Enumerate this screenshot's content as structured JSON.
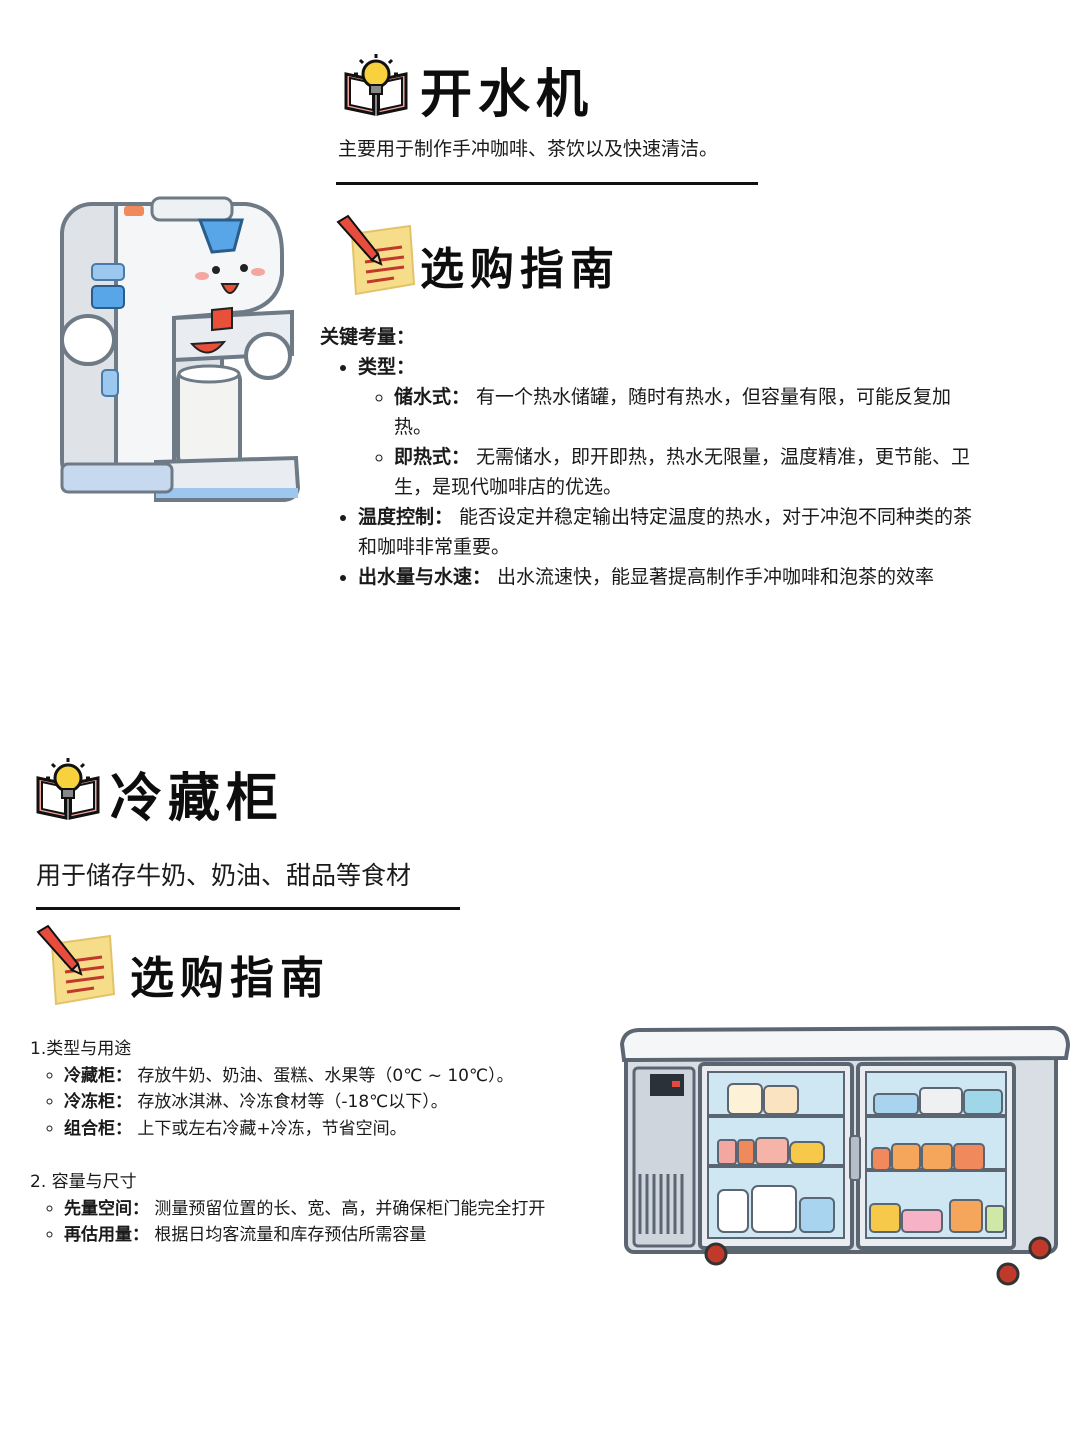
{
  "section1": {
    "title": "开水机",
    "subtitle": "主要用于制作手冲咖啡、茶饮以及快速清洁。",
    "guide_title": "选购指南",
    "key_heading": "关键考量：",
    "type_label": "类型：",
    "types": [
      {
        "name": "储水式：",
        "desc": " 有一个热水储罐，随时有热水，但容量有限，可能反复加热。"
      },
      {
        "name": "即热式：",
        "desc": " 无需储水，即开即热，热水无限量，温度精准，更节能、卫生，是现代咖啡店的优选。"
      }
    ],
    "items": [
      {
        "name": "温度控制：",
        "desc": " 能否设定并稳定输出特定温度的热水，对于冲泡不同种类的茶和咖啡非常重要。"
      },
      {
        "name": "出水量与水速：",
        "desc": " 出水流速快，能显著提高制作手冲咖啡和泡茶的效率"
      }
    ]
  },
  "section2": {
    "title": "冷藏柜",
    "subtitle": "用于储存牛奶、奶油、甜品等食材",
    "guide_title": "选购指南",
    "sec1_heading": "1.类型与用途",
    "sec1_items": [
      {
        "name": "冷藏柜：",
        "desc": " 存放牛奶、奶油、蛋糕、水果等（0℃ ~ 10℃）。"
      },
      {
        "name": "冷冻柜：",
        "desc": " 存放冰淇淋、冷冻食材等（-18℃以下）。"
      },
      {
        "name": "组合柜：",
        "desc": " 上下或左右冷藏+冷冻，节省空间。"
      }
    ],
    "sec2_heading": "2. 容量与尺寸",
    "sec2_items": [
      {
        "name": "先量空间：",
        "desc": " 测量预留位置的长、宽、高，并确保柜门能完全打开"
      },
      {
        "name": "再估用量：",
        "desc": " 根据日均客流量和库存预估所需容量"
      }
    ]
  },
  "icons": {
    "bulb_book": "lightbulb-book-icon",
    "memo_pencil": "memo-pencil-icon",
    "water_dispenser": "water-dispenser-illustration",
    "fridge": "under-counter-fridge-illustration"
  }
}
